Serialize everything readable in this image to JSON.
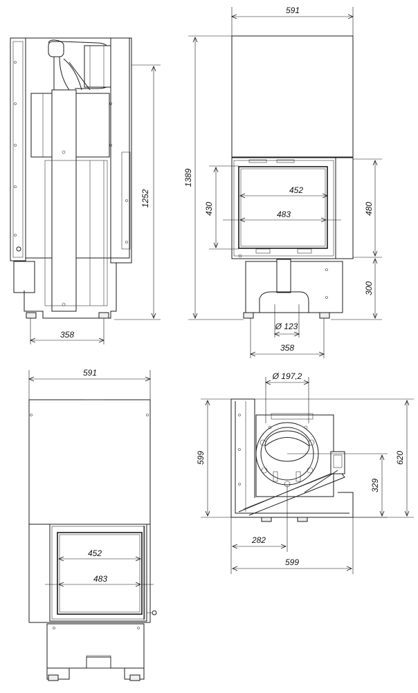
{
  "side_view": {
    "height_label": "1252",
    "depth_label": "358"
  },
  "front_view": {
    "width_label": "591",
    "total_height_label": "1389",
    "glass_inner_width_label": "452",
    "glass_outer_width_label": "483",
    "glass_height_label": "430",
    "door_height_label": "480",
    "base_height_label": "300",
    "flue_diameter_label": "Ø 123",
    "base_width_label": "358"
  },
  "corner_front_view": {
    "width_label": "591",
    "glass_inner_width_label": "452",
    "glass_outer_width_label": "483"
  },
  "top_view": {
    "flue_diameter_label": "Ø 197,2",
    "left_depth_label": "599",
    "right_depth_label": "620",
    "flue_offset_label": "329",
    "flue_x_label": "282",
    "width_label": "599"
  },
  "colors": {
    "line": "#1a1a1a",
    "background": "#ffffff"
  }
}
